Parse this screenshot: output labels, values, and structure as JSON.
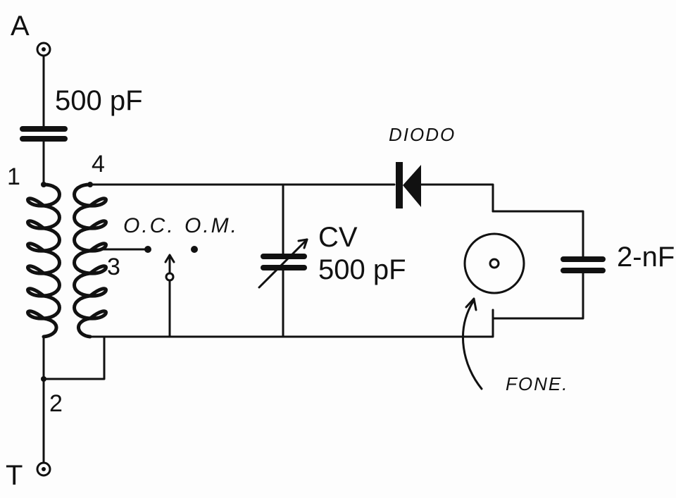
{
  "labels": {
    "antenna": "A",
    "ground": "T",
    "cap_antenna": "500 pF",
    "pin1": "1",
    "pin2": "2",
    "pin3": "3",
    "pin4": "4",
    "switch_oc": "O.C.",
    "switch_om": "O.M.",
    "cv_name": "CV",
    "cv_value": "500 pF",
    "diode": "DIODO",
    "cap_phone": "2-nF",
    "phone": "FONE."
  }
}
